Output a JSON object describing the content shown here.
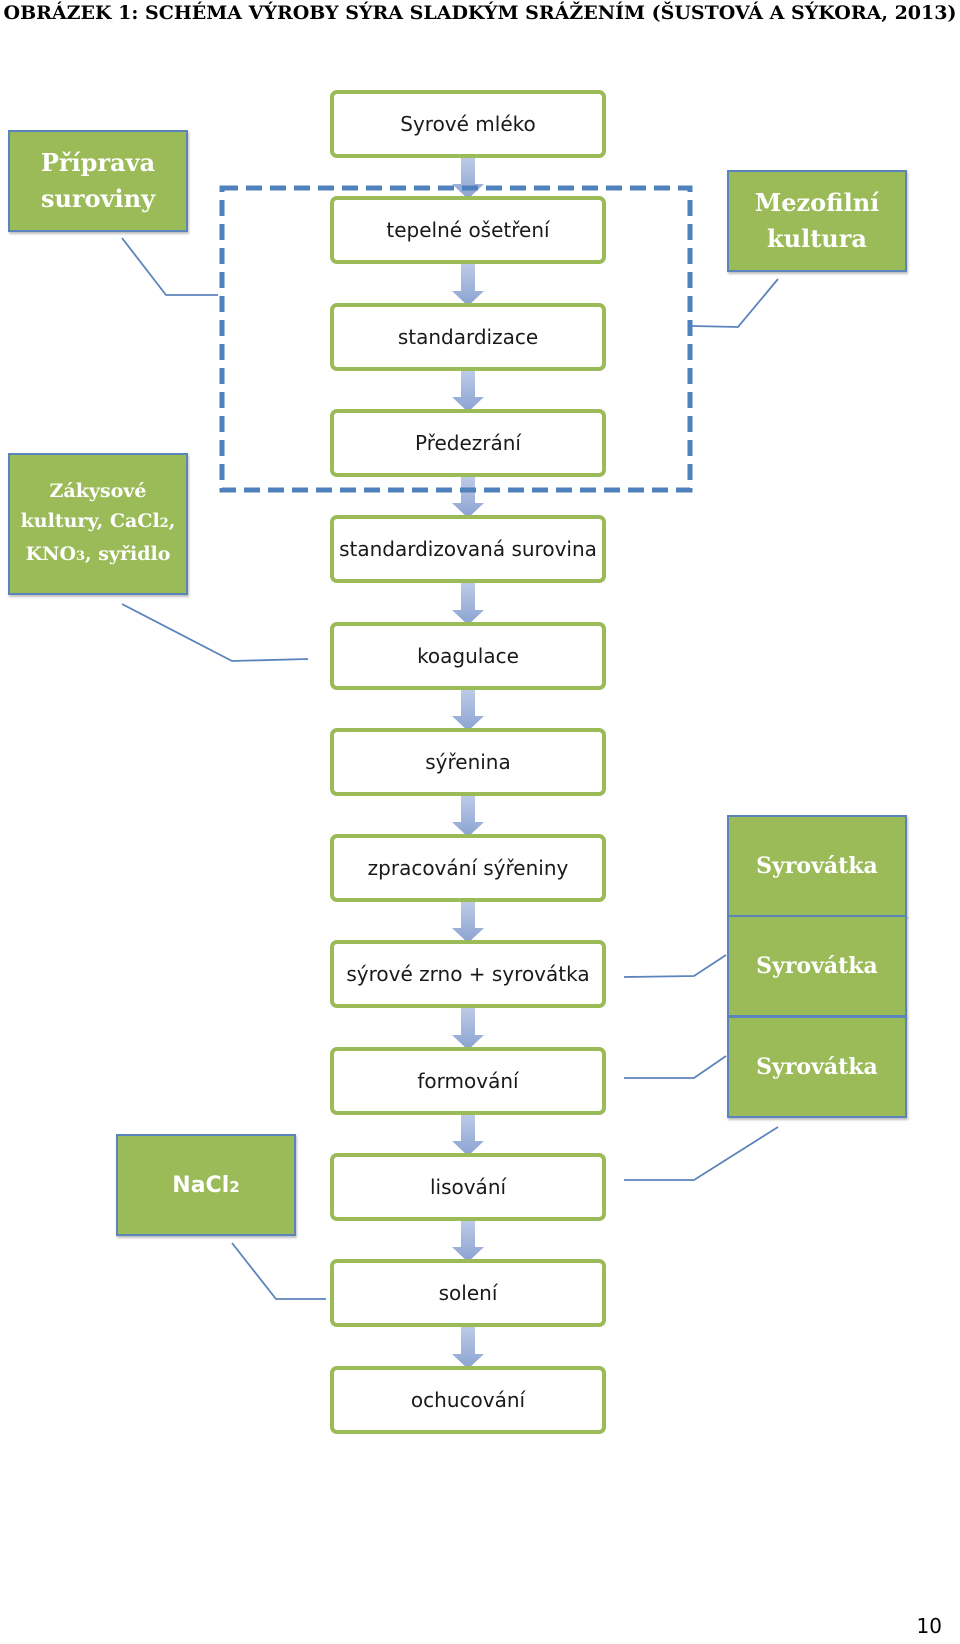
{
  "title": "OBRÁZEK 1: SCHÉMA VÝROBY SÝRA SLADKÝM SRÁŽENÍM (ŠUSTOVÁ A SÝKORA, 2013)",
  "steps": [
    "Syrové mléko",
    "tepelné ošetření",
    "standardizace",
    "Předezrání",
    "standardizovaná surovina",
    "koagulace",
    "sýřenina",
    "zpracování sýřeniny",
    "sýrové zrno + syrovátka",
    "formování",
    "lisování",
    "solení",
    "ochucování"
  ],
  "notes": {
    "priprava": {
      "line1": "Příprava",
      "line2": "suroviny"
    },
    "mezofilni": {
      "line1": "Mezofilní",
      "line2": "kultura"
    },
    "zakysove": {
      "line1": "Zákysové",
      "line2a": "kultury, CaCl",
      "line2sub": "2",
      "line2b": ",",
      "line3a": "KNO",
      "line3sub": "3",
      "line3b": ", syřidlo"
    },
    "syrovatka": [
      "Syrovátka",
      "Syrovátka",
      "Syrovátka"
    ],
    "nacl": {
      "base": "NaCl",
      "sub": "2"
    }
  },
  "page_number": "10",
  "colors": {
    "box_border": "#9bbb59",
    "note_fill": "#9bbb59",
    "note_border": "#5b84bc",
    "dashed_frame": "#4f81bd",
    "arrow": "#9aafd6",
    "connector": "#5b84bc"
  }
}
